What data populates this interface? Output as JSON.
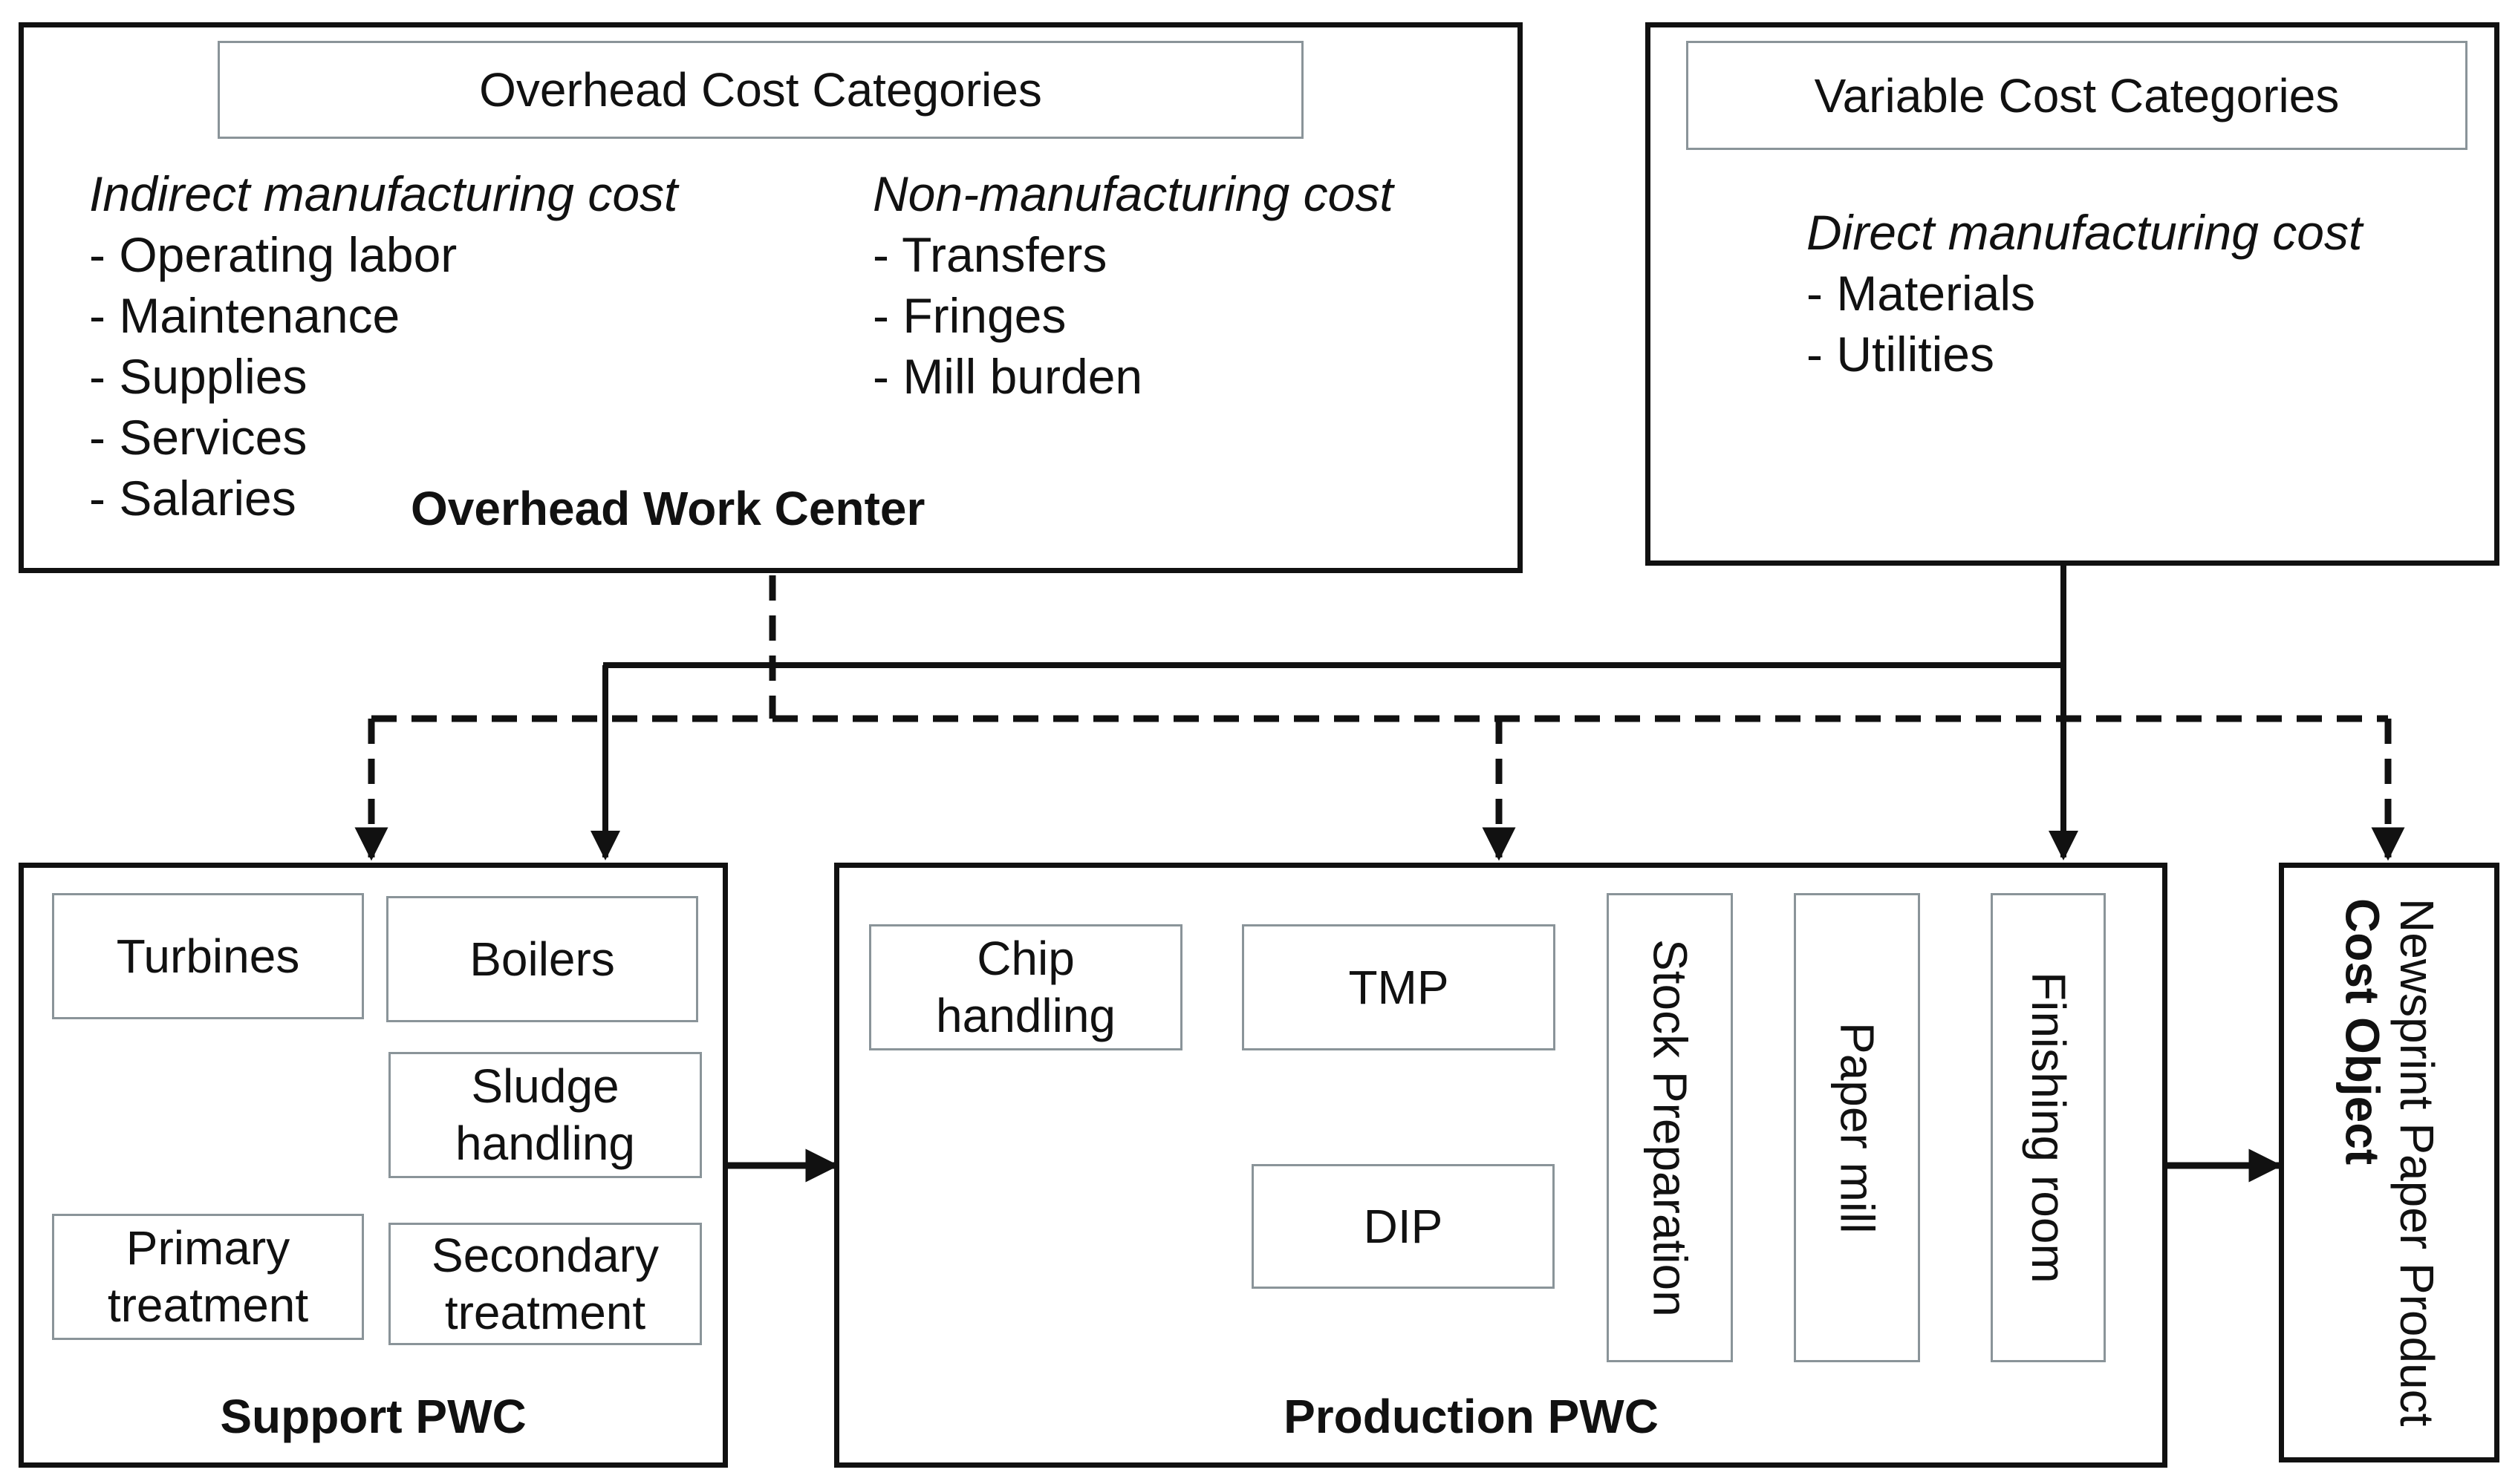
{
  "overhead": {
    "header": "Overhead Cost Categories",
    "indirect": {
      "title": "Indirect manufacturing cost",
      "items": [
        "- Operating labor",
        "- Maintenance",
        "- Supplies",
        "- Services",
        "- Salaries"
      ]
    },
    "nonmanufacturing": {
      "title": "Non-manufacturing cost",
      "items": [
        "- Transfers",
        "- Fringes",
        "- Mill burden"
      ]
    },
    "label": "Overhead Work Center"
  },
  "variable": {
    "header": "Variable Cost Categories",
    "direct": {
      "title": "Direct manufacturing cost",
      "items": [
        "- Materials",
        "- Utilities"
      ]
    }
  },
  "support": {
    "label": "Support PWC",
    "units": {
      "turbines": "Turbines",
      "boilers": "Boilers",
      "sludge": [
        "Sludge",
        "handling"
      ],
      "primary": [
        "Primary",
        "treatment"
      ],
      "secondary": [
        "Secondary",
        "treatment"
      ]
    }
  },
  "production": {
    "label": "Production PWC",
    "units": {
      "chip": [
        "Chip",
        "handling"
      ],
      "tmp": "TMP",
      "dip": "DIP",
      "stock": "Stock Preparation",
      "papermill": "Paper mill",
      "finishing": "Finishing room"
    }
  },
  "cost_object": {
    "line1": "Newsprint Paper Product",
    "line2": "Cost Object"
  },
  "line_color": "#111111",
  "unit_border_color": "#8a9499"
}
